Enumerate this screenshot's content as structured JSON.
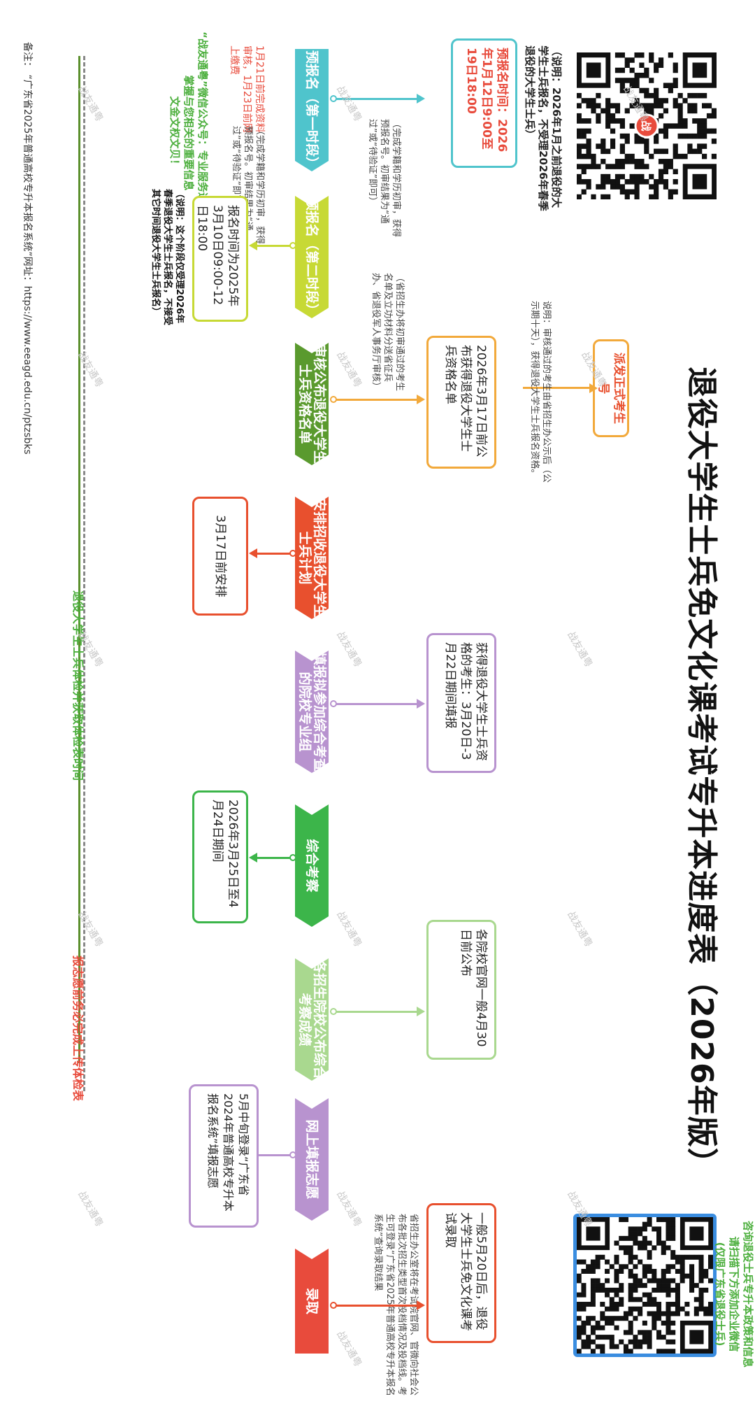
{
  "title": "退役大学生士兵免文化课考试专升本进度表（2026年版）",
  "top_left_banner": {
    "line1": "“战友通粤”微信公众号：专业服务退役军人",
    "line2": "掌握与您相关的重要信息",
    "line3": "文金文权文贝！"
  },
  "top_right_banner": {
    "line1": "咨询退役士兵专升本政策和信息",
    "line2": "请扫描下方添加企业微信",
    "line3": "(仅限广东省退役士兵)"
  },
  "top_note": "（说明：2026年1月之前退役的大学生士兵报名，不受理2026年春季退役的大学生士兵）",
  "colors": {
    "teal": "#4fc4cc",
    "yellow_green": "#c7d935",
    "olive_green": "#5a9a2e",
    "orange": "#f2a93b",
    "red_orange": "#e8502e",
    "lavender": "#b893cf",
    "green": "#3cb54a",
    "light_green": "#a9d88f",
    "red": "#e84b3c",
    "dark_green": "#5b8f2c",
    "gray": "#888888"
  },
  "steps": [
    {
      "label": "预报名（第一时段）"
    },
    {
      "label": "预报名（第二时段）"
    },
    {
      "label": "审核公布退役大学生士兵资格名单"
    },
    {
      "label": "安排招收退役大学生士兵计划"
    },
    {
      "label": "填报拟参加综合考查的院校专业组"
    },
    {
      "label": "综合考察"
    },
    {
      "label": "各招生院校公布综合考察成绩"
    },
    {
      "label": "网上填报志愿"
    },
    {
      "label": "录取"
    }
  ],
  "upper_boxes": [
    {
      "text": "预报名时间：2026年1月12日9:00至19日18:00"
    },
    {
      "text": "2026年3月17日前公布获得退役大学生士兵资格名单"
    },
    {
      "text": "获得退役大学生士兵资格的考生：3月20日-3月22日期间填报"
    },
    {
      "text": "各院校官网一般4月30日前公布"
    },
    {
      "text": "一般5月20日后，退役大学生士兵免文化课考试录取"
    }
  ],
  "lower_boxes": [
    {
      "text": "报名时间为2025年3月10日09:00-12日18:00"
    },
    {
      "text": "3月17日前安排"
    },
    {
      "text": "2026年3月25日至4月24日期间"
    },
    {
      "text": "5月中旬登录“广东省2024年普通高校专升本报名系统”填报志愿"
    }
  ],
  "top_side_box": {
    "text": "派发正式考生号"
  },
  "notes": {
    "phase1_upper": "（完成学籍和学历初审，获得预报名号。初审结果为“通过”或“待验证”即可）",
    "phase1_lower_red1": "1月21日前完成资料",
    "phase1_lower_red2": "审核，1月23日前网",
    "phase1_lower_red3": "上缴费",
    "phase2_upper": "（省招生办将初审通过的考生名单及立功材料分送省征兵办、省退役军人事务厅审核）",
    "phase2_lower": "（完成学籍和学历初审，获得预报名号。初审结果为“通过”或“待验证”即可）",
    "phase2_lower_bold": "（说明：这个阶段仅受理2026年春季退役大学生士兵报名，不接受其它时间退役大学生士兵报名）",
    "review_note": "说明：审核通过的考生由省招生办公示后（公示期十天），获得退役大学生士兵报名资格。",
    "admission_note": "省招生办公室将在考试院官网、官微向社会公布各批次招生类型首次投档情况及投档线。考生可登录“广东省2025年普通高校专升本报名系统”查询录取结果"
  },
  "left_vertical_1": "退役大学生士兵体检并获取体检表时间",
  "left_vertical_2": "报志愿前务必完成上传体检表",
  "footer_label": "备注：",
  "footer_text": "“广东省2025年普通高校专升本报名系统”网址：https://www.eeagd.edu.cn/ptzsbks",
  "watermark": "战友通粤",
  "qr_center_label": "战"
}
